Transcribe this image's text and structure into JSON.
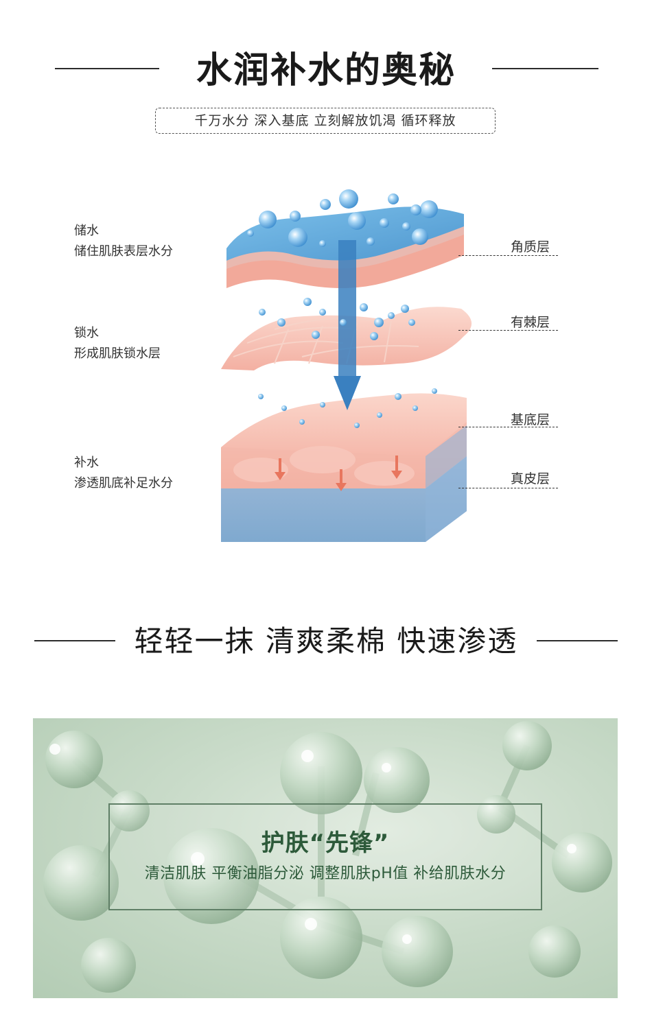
{
  "header": {
    "title": "水润补水的奥秘",
    "subtitle": "千万水分 深入基底 立刻解放饥渴 循环释放"
  },
  "diagram": {
    "left_labels": [
      {
        "heading": "储水",
        "text": "储住肌肤表层水分"
      },
      {
        "heading": "锁水",
        "text": "形成肌肤锁水层"
      },
      {
        "heading": "补水",
        "text": "渗透肌底补足水分"
      }
    ],
    "right_labels": [
      "角质层",
      "有棘层",
      "基底层",
      "真皮层"
    ],
    "colors": {
      "water": "#6fb3e0",
      "skin": "#f5b6a8",
      "dermis": "#8fb4d8",
      "arrow": "#3a80c0"
    }
  },
  "section2": {
    "title": "轻轻一抹 清爽柔棉 快速渗透"
  },
  "panel": {
    "title": "护肤“先锋”",
    "subtitle": "清洁肌肤 平衡油脂分泌 调整肌肤pH值 补给肌肤水分",
    "colors": {
      "background": "#c9dbc9",
      "text": "#2d5a3a",
      "border": "#5f7f66"
    }
  }
}
